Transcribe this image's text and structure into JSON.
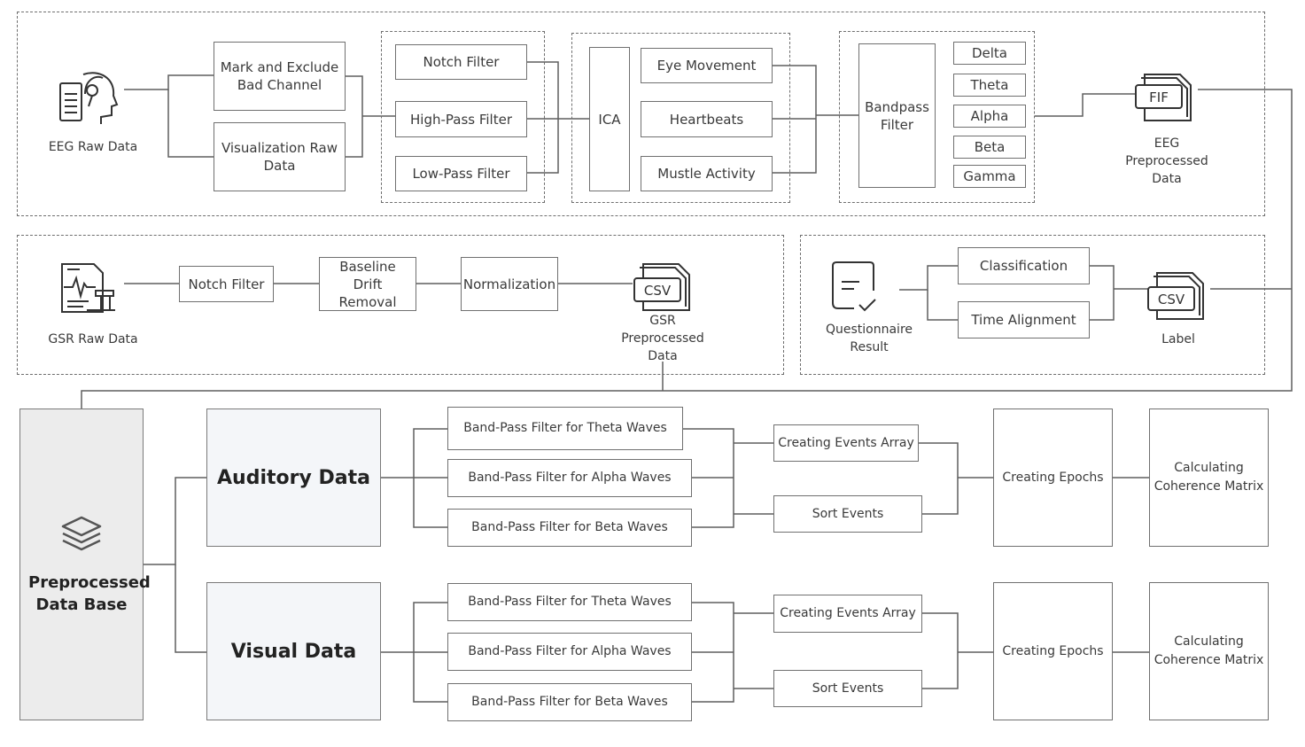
{
  "eeg": {
    "source_label": "EEG Raw Data",
    "mark_exclude": "Mark and Exclude Bad Channel",
    "visualization": "Visualization Raw Data",
    "notch": "Notch Filter",
    "highpass": "High-Pass Filter",
    "lowpass": "Low-Pass Filter",
    "ica": "ICA",
    "eye": "Eye Movement",
    "heart": "Heartbeats",
    "muscle": "Mustle Activity",
    "bandpass": "Bandpass Filter",
    "bands": [
      "Delta",
      "Theta",
      "Alpha",
      "Beta",
      "Gamma"
    ],
    "file_type": "FIF",
    "output_label": "EEG Preprocessed Data"
  },
  "gsr": {
    "source_label": "GSR Raw Data",
    "notch": "Notch Filter",
    "baseline": "Baseline Drift Removal",
    "normalization": "Normalization",
    "file_type": "CSV",
    "output_label": "GSR Preprocessed Data"
  },
  "questionnaire": {
    "source_label": "Questionnaire Result",
    "classification": "Classification",
    "time_alignment": "Time Alignment",
    "file_type": "CSV",
    "output_label": "Label"
  },
  "database": {
    "label": "Preprocessed Data Base"
  },
  "pipelines": [
    {
      "title": "Auditory Data",
      "filters": [
        "Band-Pass Filter for Theta Waves",
        "Band-Pass Filter for Alpha Waves",
        "Band-Pass Filter for Beta Waves"
      ],
      "events_array": "Creating Events Array",
      "sort_events": "Sort Events",
      "epochs": "Creating Epochs",
      "coherence": "Calculating Coherence Matrix"
    },
    {
      "title": "Visual Data",
      "filters": [
        "Band-Pass Filter for Theta Waves",
        "Band-Pass Filter for Alpha Waves",
        "Band-Pass Filter for Beta Waves"
      ],
      "events_array": "Creating Events Array",
      "sort_events": "Sort Events",
      "epochs": "Creating Epochs",
      "coherence": "Calculating Coherence Matrix"
    }
  ],
  "colors": {
    "line": "#5f5f5f",
    "border": "#707070",
    "database_fill": "#ececec",
    "data_fill": "#f4f6f9"
  }
}
